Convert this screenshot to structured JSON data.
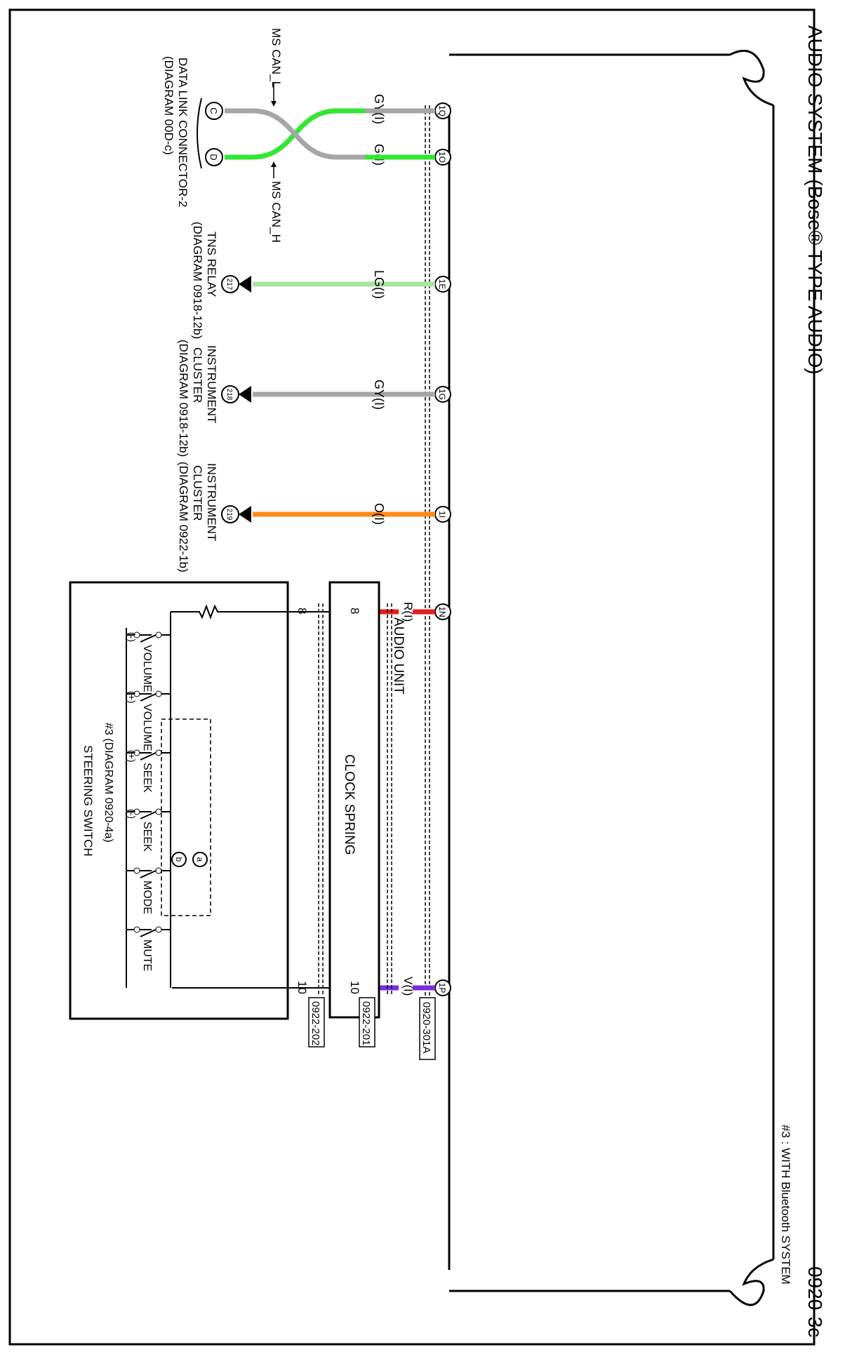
{
  "diagram": {
    "title": "AUDIO SYSTEM (Bose® TYPE AUDIO)",
    "page_number": "0920-3c",
    "note": "#3 : WITH Bluetooth SYSTEM",
    "audio_unit_label": "AUDIO UNIT",
    "clock_spring_label": "CLOCK SPRING",
    "steering_switch_label": "STEERING SWITCH",
    "option_label": "#3 (DIAGRAM 0920-4a)",
    "ms_can_l": "MS CAN_L",
    "ms_can_h": "MS CAN_H",
    "dlc_label_1": "DATA LINK CONNECTOR-2",
    "dlc_label_2": "(DIAGRAM 00D-c)",
    "tns_label_1": "TNS RELAY",
    "tns_label_2": "(DIAGRAM 0918-12b)",
    "ic1_label_1": "INSTRUMENT",
    "ic1_label_2": "CLUSTER",
    "ic1_label_3": "(DIAGRAM 0918-12b)",
    "ic2_label_1": "INSTRUMENT",
    "ic2_label_2": "CLUSTER",
    "ic2_label_3": "(DIAGRAM 0922-1b)",
    "connectors": [
      "0920-301A",
      "0922-201",
      "0922-202"
    ],
    "pins": {
      "p1q": "1Q",
      "p1o": "1O",
      "p1e": "1E",
      "p1g": "1G",
      "p1i": "1I",
      "p1n": "1N",
      "p1p": "1P",
      "c": "C",
      "d": "D",
      "r217": "217",
      "r218": "218",
      "r219": "219",
      "a": "a",
      "b": "b"
    },
    "wires": {
      "w1q": "GY(I)",
      "w1o": "G(I)",
      "w1e": "LG(I)",
      "w1g": "GY(I)",
      "w1i": "O(I)",
      "w1n": "R(I)",
      "w1p": "V(I)"
    },
    "terminals": {
      "cs8": "8",
      "ss8": "8",
      "cs10": "10",
      "ss10": "10"
    },
    "switches": [
      {
        "name": "VOLUME",
        "sub": "(-)"
      },
      {
        "name": "VOLUME",
        "sub": "(+)"
      },
      {
        "name": "SEEK",
        "sub": "(+)"
      },
      {
        "name": "SEEK",
        "sub": "(-)"
      },
      {
        "name": "MODE",
        "sub": ""
      },
      {
        "name": "MUTE",
        "sub": ""
      }
    ],
    "colors": {
      "GY": "#a6a6a6",
      "G": "#33e633",
      "LG": "#a8e6a0",
      "O": "#ff8c1a",
      "R": "#e61e1e",
      "V": "#7a2be2"
    }
  }
}
